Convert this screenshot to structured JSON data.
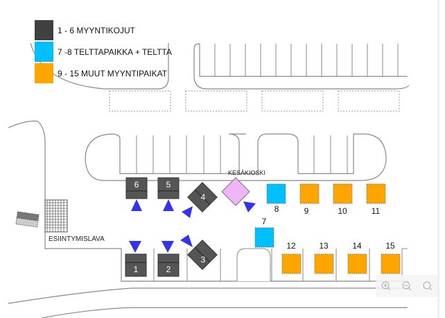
{
  "legend": [
    {
      "label": "1 - 6 MYYNTIKOJUT",
      "color": "#404040"
    },
    {
      "label": "7 -8 TELTTAPAIKKA + TELTTA",
      "color": "#00BFFF"
    },
    {
      "label": "9 - 15 MUUT MYYNTIPAIKAT",
      "color": "#FFA500"
    }
  ],
  "colors": {
    "stall": "#555555",
    "tent": "#00BFFF",
    "other": "#FFA500",
    "kiosk": "#F0B4F8",
    "arrow": "#3333EE",
    "line": "#888888"
  },
  "labels": {
    "kiosk": "KESÄKIOSKI",
    "stage": "ESIINTYMISLAVA"
  },
  "stalls": [
    {
      "num": "1"
    },
    {
      "num": "2"
    },
    {
      "num": "3"
    },
    {
      "num": "4"
    },
    {
      "num": "5"
    },
    {
      "num": "6"
    }
  ],
  "tents": [
    {
      "num": "7"
    },
    {
      "num": "8"
    }
  ],
  "others": [
    {
      "num": "9"
    },
    {
      "num": "10"
    },
    {
      "num": "11"
    },
    {
      "num": "12"
    },
    {
      "num": "13"
    },
    {
      "num": "14"
    },
    {
      "num": "15"
    }
  ],
  "zoom_controls": [
    {
      "name": "zoom-in-icon"
    },
    {
      "name": "zoom-out-icon"
    },
    {
      "name": "zoom-reset-icon"
    }
  ]
}
